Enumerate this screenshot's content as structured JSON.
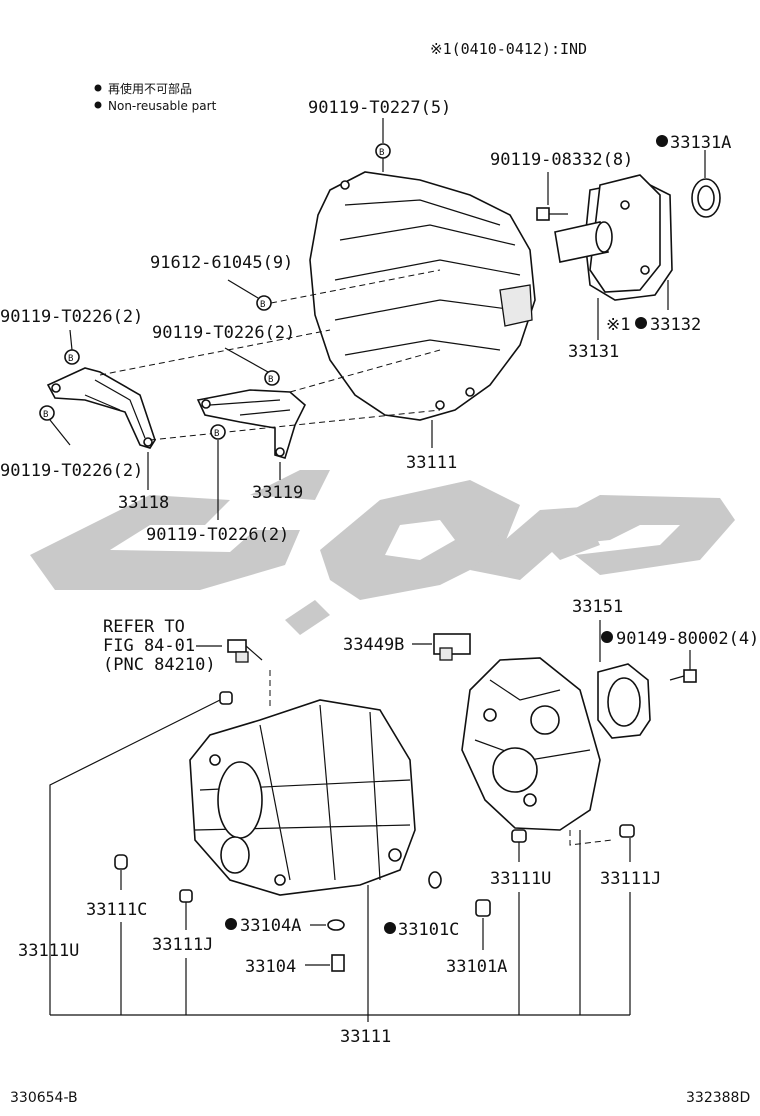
{
  "header": {
    "footnote": "※1(0410-0412):IND",
    "legend_jp": "再使用不可部品",
    "legend_en": "Non-reusable part"
  },
  "labels": {
    "bolt_top": "90119-T0227(5)",
    "seal_33131A": "33131A",
    "bolt_08332": "90119-08332(8)",
    "pin_91612": "91612-61045(9)",
    "bolt_t0226_a": "90119-T0226(2)",
    "bolt_t0226_b": "90119-T0226(2)",
    "bolt_t0226_c": "90119-T0226(2)",
    "bolt_t0226_d": "90119-T0226(2)",
    "gasket_33132": "33132",
    "gasket_prefix": "※1",
    "retainer_33131": "33131",
    "housing_33111_top": "33111",
    "bracket_33118": "33118",
    "bracket_33119": "33119",
    "ref_line1": "REFER TO",
    "ref_line2": "FIG 84-01",
    "ref_line3": "(PNC 84210)",
    "sensor_33449B": "33449B",
    "cover_33151": "33151",
    "bolt_80002": "90149-80002(4)",
    "pin_33111U_right": "33111U",
    "pin_33111J_right": "33111J",
    "pin_33111C": "33111C",
    "gasket_33104A": "33104A",
    "plug_33101C": "33101C",
    "pin_33111J_left": "33111J",
    "pin_33111U_left": "33111U",
    "plug_33104": "33104",
    "plug_33101A": "33101A",
    "case_33111_bottom": "33111"
  },
  "footer": {
    "left_code": "330654-B",
    "right_code": "332388D"
  },
  "watermark": {
    "kind": "logo"
  }
}
